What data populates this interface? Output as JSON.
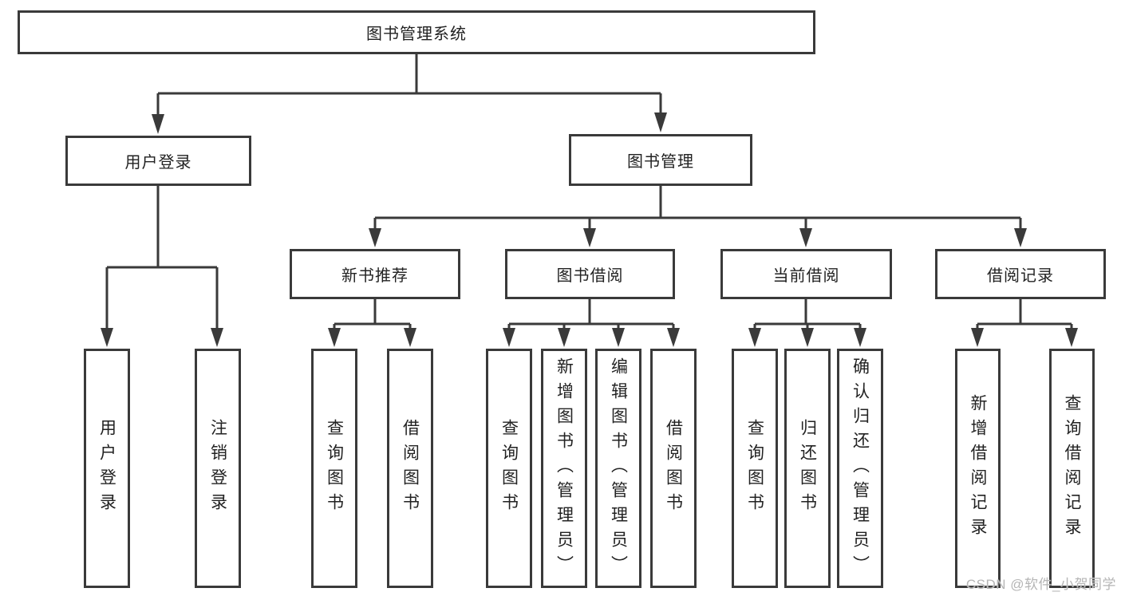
{
  "diagram": {
    "type": "hierarchy-tree",
    "colors": {
      "line": "#3a3a3a",
      "text": "#222222",
      "background": "#ffffff",
      "watermark": "#b5b5b5"
    },
    "tree": {
      "label": "图书管理系统",
      "children": [
        {
          "label": "用户登录",
          "children": [
            {
              "label": "用户登录"
            },
            {
              "label": "注销登录"
            }
          ]
        },
        {
          "label": "图书管理",
          "children": [
            {
              "label": "新书推荐",
              "children": [
                {
                  "label": "查询图书"
                },
                {
                  "label": "借阅图书"
                }
              ]
            },
            {
              "label": "图书借阅",
              "children": [
                {
                  "label": "查询图书"
                },
                {
                  "label": "新增图书（管理员）"
                },
                {
                  "label": "编辑图书（管理员）"
                },
                {
                  "label": "借阅图书"
                }
              ]
            },
            {
              "label": "当前借阅",
              "children": [
                {
                  "label": "查询图书"
                },
                {
                  "label": "归还图书"
                },
                {
                  "label": "确认归还（管理员）"
                }
              ]
            },
            {
              "label": "借阅记录",
              "children": [
                {
                  "label": "新增借阅记录"
                },
                {
                  "label": "查询借阅记录"
                }
              ]
            }
          ]
        }
      ]
    },
    "watermark": {
      "text": "CSDN @软件_小贺同学"
    }
  }
}
